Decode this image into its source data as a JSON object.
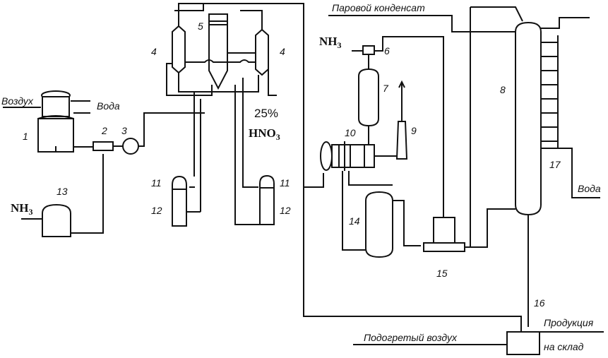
{
  "labels": {
    "air_in": "Воздух",
    "water_1": "Вода",
    "nh3_left": "NH",
    "nh3_mid": "NH",
    "nh3_sub": "3",
    "acid_pct": "25%",
    "acid_formula": "HNO",
    "acid_sub": "3",
    "steam_condensate": "Паровой конденсат",
    "water_out": "Вода",
    "heated_air": "Подогретый воздух",
    "product_1": "Продукция",
    "product_2": "на склад"
  },
  "numbers": {
    "n1": "1",
    "n2": "2",
    "n3": "3",
    "n4a": "4",
    "n4b": "4",
    "n5": "5",
    "n6": "6",
    "n7": "7",
    "n8": "8",
    "n9": "9",
    "n10": "10",
    "n11a": "11",
    "n11b": "11",
    "n12a": "12",
    "n12b": "12",
    "n13": "13",
    "n14": "14",
    "n15": "15",
    "n16": "16",
    "n17": "17"
  }
}
